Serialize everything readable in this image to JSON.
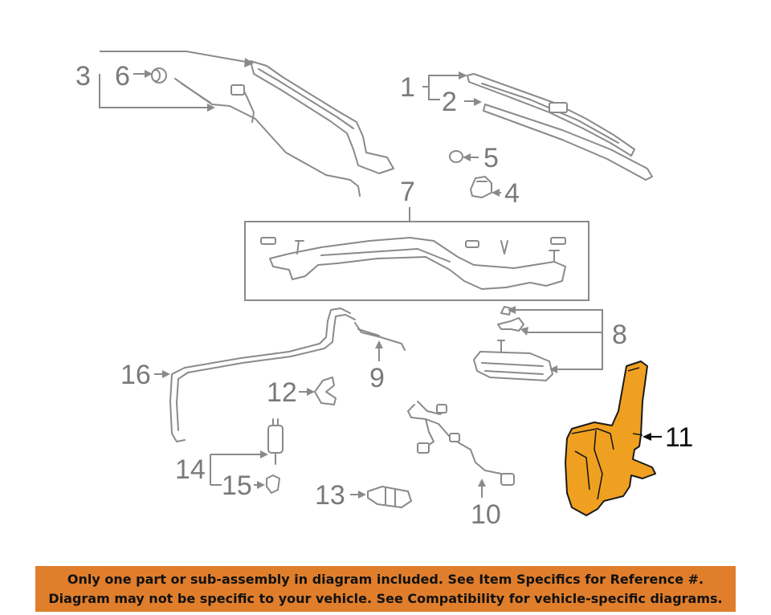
{
  "callouts": {
    "c1": "1",
    "c2": "2",
    "c3": "3",
    "c4": "4",
    "c5": "5",
    "c6": "6",
    "c7": "7",
    "c8": "8",
    "c9": "9",
    "c10": "10",
    "c11": "11",
    "c12": "12",
    "c13": "13",
    "c14": "14",
    "c15": "15",
    "c16": "16"
  },
  "highlight": {
    "part_number": "11",
    "color": "#f0a020",
    "outline_color": "#1a1a1a"
  },
  "colors": {
    "line": "#8a8a8a",
    "banner": "#e07e2c",
    "text": "#111111"
  },
  "disclaimer": {
    "line1": "Only one part or sub-assembly in diagram included. See Item Specifics for Reference #.",
    "line2": "Diagram may not be specific to your vehicle. See Compatibility for vehicle-specific diagrams."
  }
}
